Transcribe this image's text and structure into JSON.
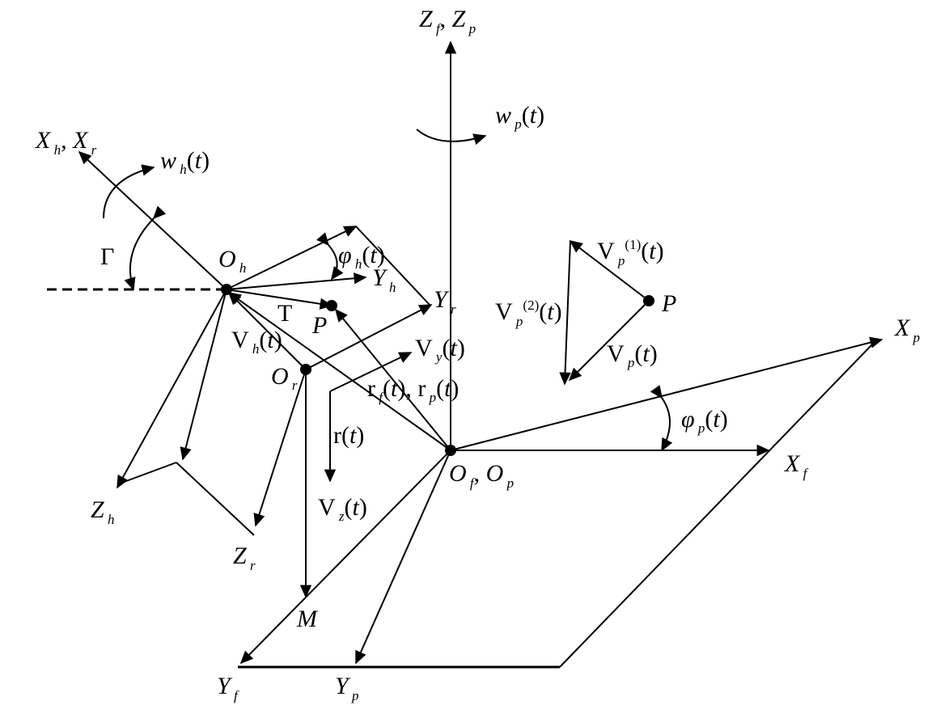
{
  "diagram": {
    "axes": {
      "zf_zp": "Z_f, Z_p",
      "xh_xr": "X_h, X_r",
      "xp": "X_p",
      "xf": "X_f",
      "yf": "Y_f",
      "yp": "Y_p",
      "yh": "Y_h",
      "yr": "Y_r",
      "zh": "Z_h",
      "zr": "Z_r"
    },
    "points": {
      "oh": "O_h",
      "or": "O_r",
      "of_op": "O_f, O_p",
      "p_left": "P",
      "p_right": "P",
      "m": "M"
    },
    "symbols": {
      "wh": "w_h(t)",
      "wp": "w_p(t)",
      "gamma": "Γ",
      "tau": "T",
      "phih": "φ_h(t)",
      "phip": "φ_p(t)",
      "vh": "V_h(t)",
      "vy": "V_y(t)",
      "vz": "V_z(t)",
      "r": "r(t)",
      "rf_rp": "r_f(t), r_p(t)",
      "vp1": "V_p^(1)(t)",
      "vp2": "V_p^(2)(t)",
      "vp": "V_p(t)"
    }
  }
}
